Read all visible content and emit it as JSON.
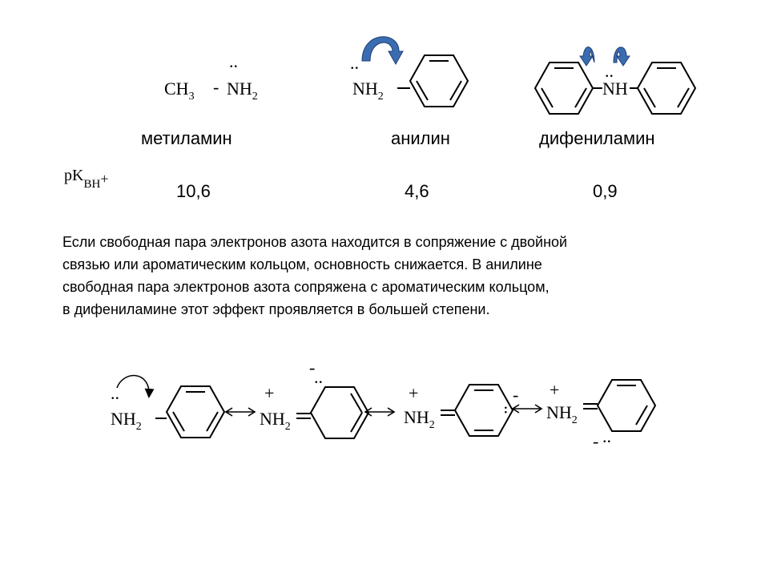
{
  "compounds": [
    {
      "name": "метиламин",
      "pka": "10,6"
    },
    {
      "name": "анилин",
      "pka": "4,6"
    },
    {
      "name": "дифениламин",
      "pka": "0,9"
    }
  ],
  "pka_label": {
    "main": "pK",
    "sub": "BH",
    "sup": "+"
  },
  "formulas": {
    "methylamine": {
      "ch3": "CH",
      "ch3_sub": "3",
      "dash": "-",
      "nh": "NH",
      "nh_sub": "2"
    },
    "aniline": {
      "nh": "NH",
      "nh_sub": "2"
    },
    "diphenylamine": {
      "nh": "NH"
    },
    "lone_pair": "..",
    "plus": "+",
    "minus": "-",
    "arrow": "↔"
  },
  "paragraph": [
    "Если свободная пара электронов азота находится в сопряжение с двойной",
    "связью или ароматическим кольцом, основность снижается. В анилине",
    "свободная пара электронов азота сопряжена с ароматическим кольцом,",
    "в дифениламине этот эффект  проявляется в большей степени."
  ],
  "colors": {
    "curved_arrow_fill": "#3b6cb0",
    "curved_arrow_stroke": "#1f3f75",
    "ink": "#000000"
  }
}
